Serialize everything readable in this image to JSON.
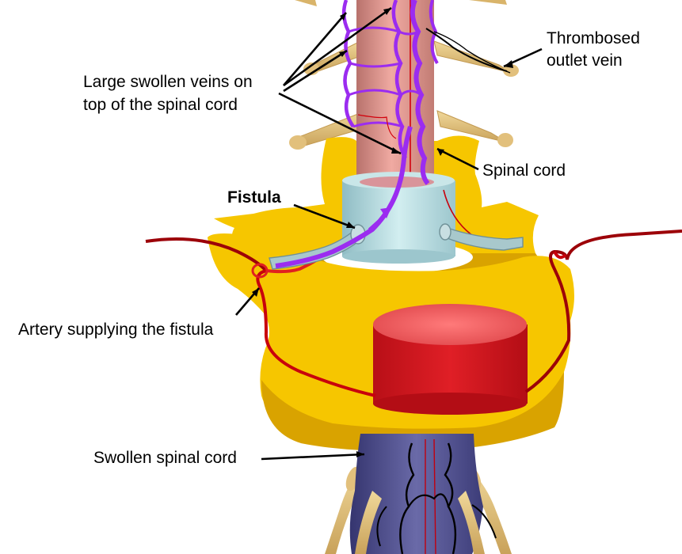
{
  "labels": {
    "thrombosed_line1": "Thrombosed",
    "thrombosed_line2": "outlet vein",
    "large_veins_line1": "Large swollen veins on",
    "large_veins_line2": "top of the spinal cord",
    "spinal_cord": "Spinal cord",
    "fistula": "Fistula",
    "artery": "Artery supplying the fistula",
    "swollen_cord": "Swollen spinal cord"
  },
  "colors": {
    "spinal_cord": "#e59a92",
    "swollen_cord": "#4f4f8f",
    "veins": "#9b2cf0",
    "artery": "#c8000c",
    "vertebra": "#f6c600",
    "vertebra_shadow": "#d9a300",
    "disc": "#a8d0d6",
    "nerve_root": "#e5c27a",
    "vertebral_body": "#d4141c"
  }
}
